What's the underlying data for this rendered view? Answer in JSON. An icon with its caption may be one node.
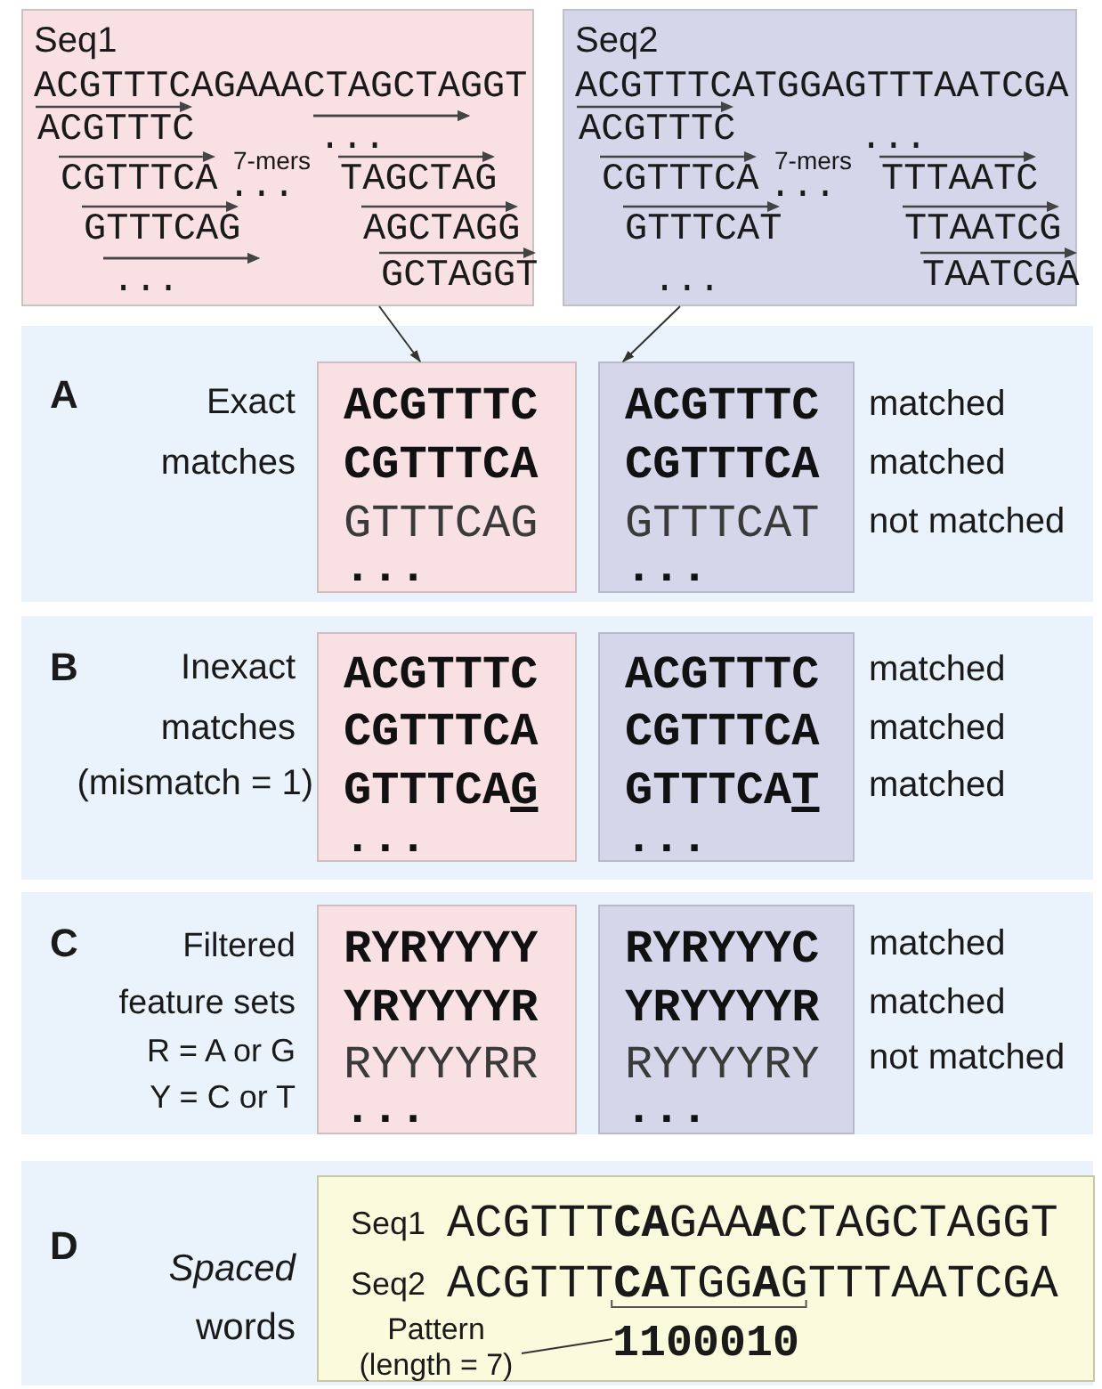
{
  "diagram": {
    "nodes": [
      {
        "text": [
          "Seq1",
          "ACGTTTCAGAAACTAGCTAGGT",
          "ACGTTTC",
          "CGTTTCA",
          "GTTTCAG",
          "...",
          "7-mers",
          "...",
          "...",
          "TAGCTAG",
          "AGCTAGG",
          "GCTAGGT"
        ]
      },
      {
        "text": [
          "Seq2",
          "ACGTTTCATGGAGTTTAATCGA",
          "ACGTTTC",
          "CGTTTCA",
          "GTTTCAT",
          "...",
          "7-mers",
          "...",
          "...",
          "TTTAATC",
          "TTAATCG",
          "TAATCGA"
        ]
      },
      {
        "text": [
          "A",
          "Exact matches",
          "matched",
          "matched",
          "not matched"
        ]
      },
      {
        "text": [
          "ACGTTTC",
          "CGTTTCA",
          "GTTTCAG",
          "..."
        ],
        "in": 2
      },
      {
        "text": [
          "ACGTTTC",
          "CGTTTCA",
          "GTTTCAT",
          "..."
        ],
        "in": 2
      },
      {
        "text": [
          "B",
          "Inexact matches",
          "(mismatch = 1)",
          "matched",
          "matched",
          "matched"
        ]
      },
      {
        "text": [
          "ACGTTTC",
          "CGTTTCA",
          "GTTTCAG",
          "..."
        ],
        "in": 5
      },
      {
        "text": [
          "ACGTTTC",
          "CGTTTCA",
          "GTTTCAT",
          "..."
        ],
        "in": 5
      },
      {
        "text": [
          "C",
          "Filtered feature sets",
          "R = A or G",
          "Y = C or T",
          "matched",
          "matched",
          "not matched"
        ]
      },
      {
        "text": [
          "RYRYYYY",
          "YRYYYYR",
          "RYYYYRR",
          "..."
        ],
        "in": 8
      },
      {
        "text": [
          "RYRYYYC",
          "YRYYYYR",
          "RYYYYRY",
          "..."
        ],
        "in": 8
      },
      {
        "text": [
          "D",
          "*Spaced* words"
        ]
      },
      {
        "text": [
          "Seq1",
          "ACGTTT**CA**GAA**A**CTAGCTAGGT",
          "Seq2",
          "ACGTTT**CA**TGG**A**GTTTAATCGA"
        ],
        "in": 11
      },
      {
        "text": [
          "Pattern (length = 7)"
        ],
        "in": 12
      },
      {
        "text": [
          "1100010"
        ],
        "in": 12
      }
    ],
    "edges": [
      {
        "from": 0,
        "to": 3,
        "arrow": "to"
      },
      {
        "from": 1,
        "to": 4,
        "arrow": "to"
      },
      {
        "from": 13,
        "to": 14,
        "arrow": "none"
      }
    ]
  }
}
